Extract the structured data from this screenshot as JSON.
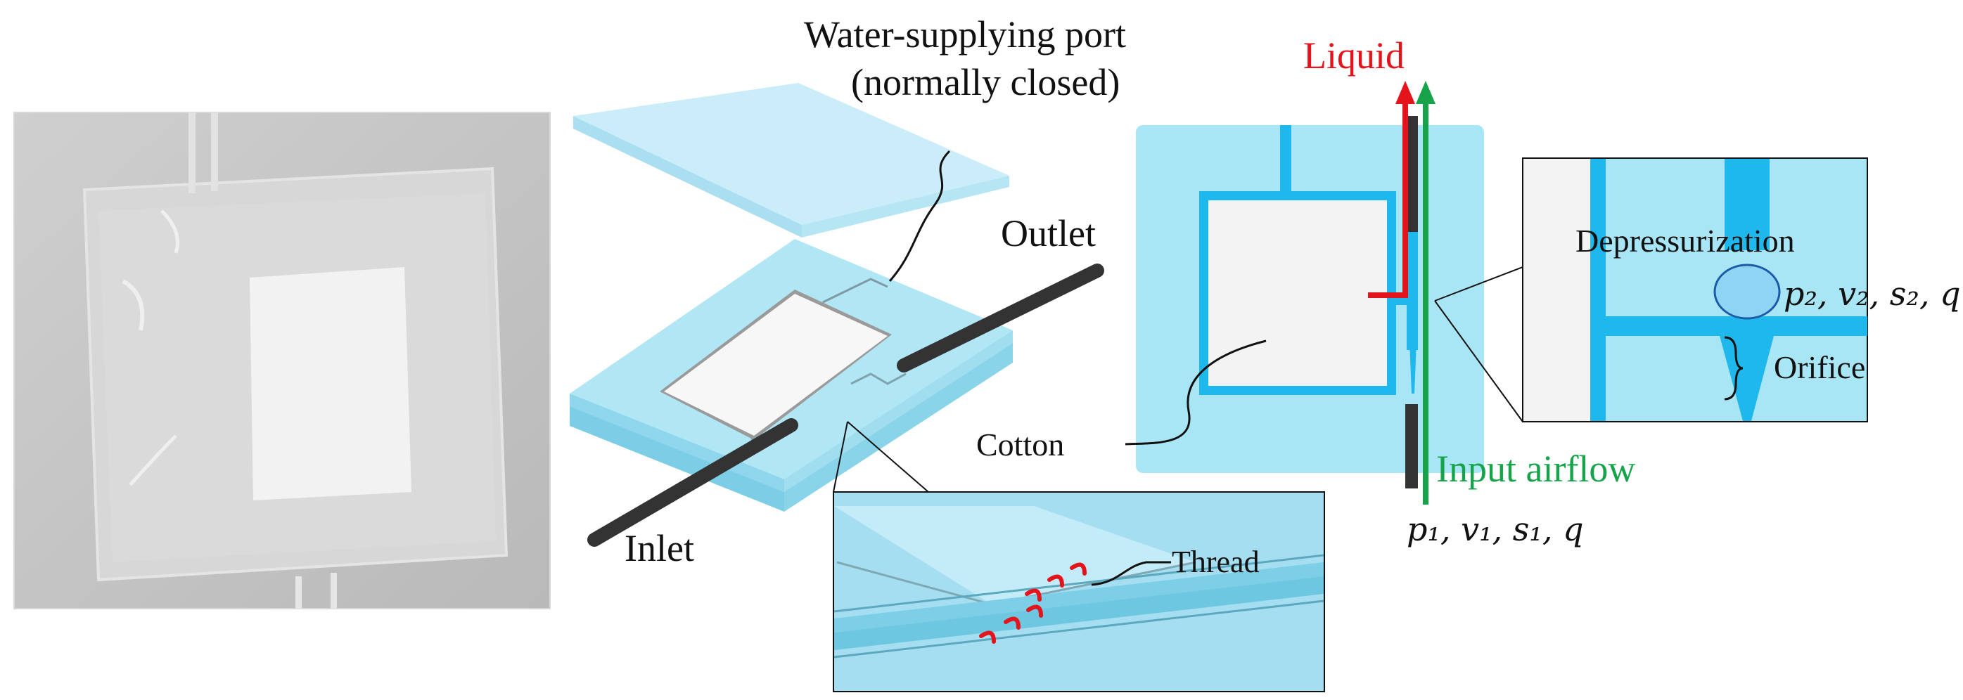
{
  "labels": {
    "water_port_line1": "Water-supplying port",
    "water_port_line2": "(normally closed)",
    "outlet": "Outlet",
    "inlet": "Inlet",
    "cotton": "Cotton",
    "thread": "Thread",
    "liquid": "Liquid",
    "input_airflow": "Input airflow",
    "depressurization": "Depressurization",
    "orifice": "Orifice",
    "state_2": "p₂, v₂, s₂, q",
    "state_1": "p₁, v₁, s₁, q"
  },
  "colors": {
    "liquid": "#e3141b",
    "airflow": "#17a34a",
    "channel": "#1fb8ec",
    "panel": "#a8e6f6",
    "layer": "#9fdcee",
    "tube": "#333333",
    "cotton": "#f3f3f3"
  }
}
